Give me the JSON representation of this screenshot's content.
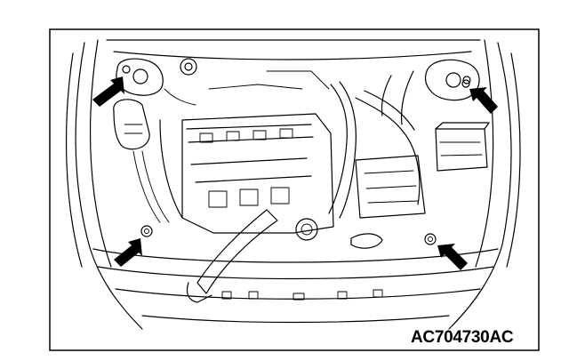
{
  "figure": {
    "caption": "AC704730AC",
    "callouts": [
      {
        "id": "front-left-top-bolt",
        "icon": "arrow-icon"
      },
      {
        "id": "front-right-top-bolt",
        "icon": "arrow-icon"
      },
      {
        "id": "lower-left-bolt",
        "icon": "arrow-icon"
      },
      {
        "id": "lower-right-bolt",
        "icon": "arrow-icon"
      }
    ],
    "colors": {
      "line": "#000000",
      "background": "#ffffff"
    }
  }
}
